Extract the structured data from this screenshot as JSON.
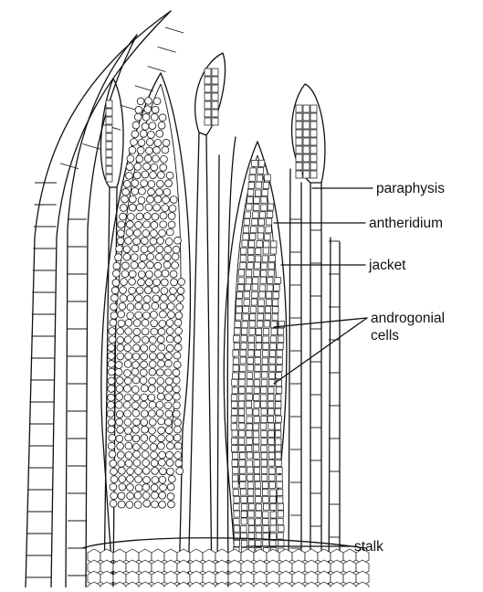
{
  "figure": {
    "labels": {
      "paraphysis": "paraphysis",
      "antheridium": "antheridium",
      "jacket": "jacket",
      "androgonial_line1": "androgonial",
      "androgonial_line2": "cells",
      "stalk": "stalk"
    },
    "colors": {
      "ink": "#111111",
      "paper": "#ffffff"
    }
  }
}
